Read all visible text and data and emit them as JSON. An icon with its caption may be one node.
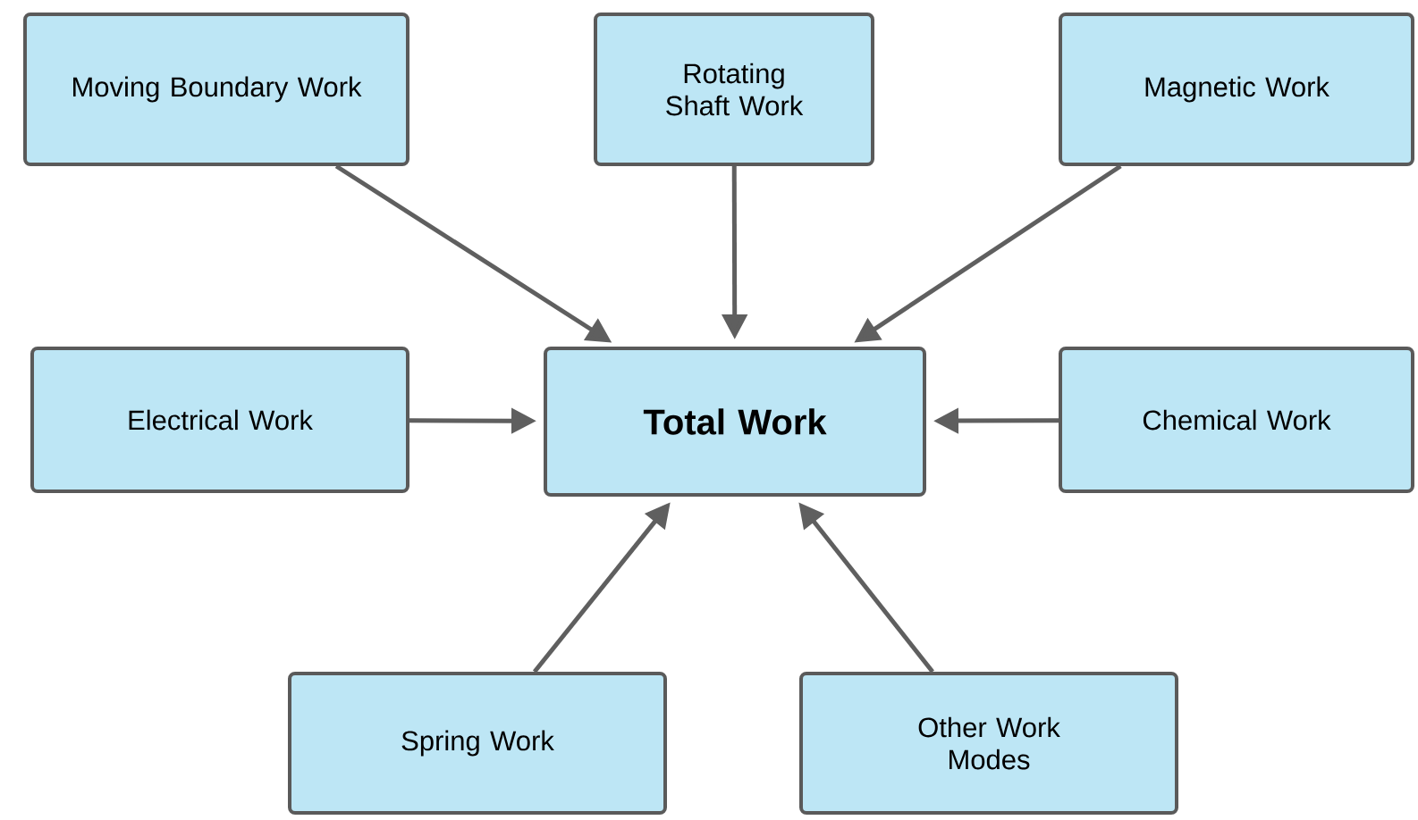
{
  "diagram": {
    "nodes": [
      {
        "text": [
          "Moving Boundary Work"
        ]
      },
      {
        "text": [
          "Rotating Shaft Work"
        ]
      },
      {
        "text": [
          "Magnetic Work"
        ]
      },
      {
        "text": [
          "Electrical Work"
        ]
      },
      {
        "text": [
          "Total Work"
        ]
      },
      {
        "text": [
          "Chemical Work"
        ]
      },
      {
        "text": [
          "Spring Work"
        ]
      },
      {
        "text": [
          "Other Work Modes"
        ]
      }
    ],
    "edges": [
      {
        "from": 0,
        "to": 4,
        "arrow": "to"
      },
      {
        "from": 1,
        "to": 4,
        "arrow": "to"
      },
      {
        "from": 2,
        "to": 4,
        "arrow": "to"
      },
      {
        "from": 3,
        "to": 4,
        "arrow": "to"
      },
      {
        "from": 5,
        "to": 4,
        "arrow": "to"
      },
      {
        "from": 6,
        "to": 4,
        "arrow": "to"
      },
      {
        "from": 7,
        "to": 4,
        "arrow": "to"
      }
    ]
  }
}
